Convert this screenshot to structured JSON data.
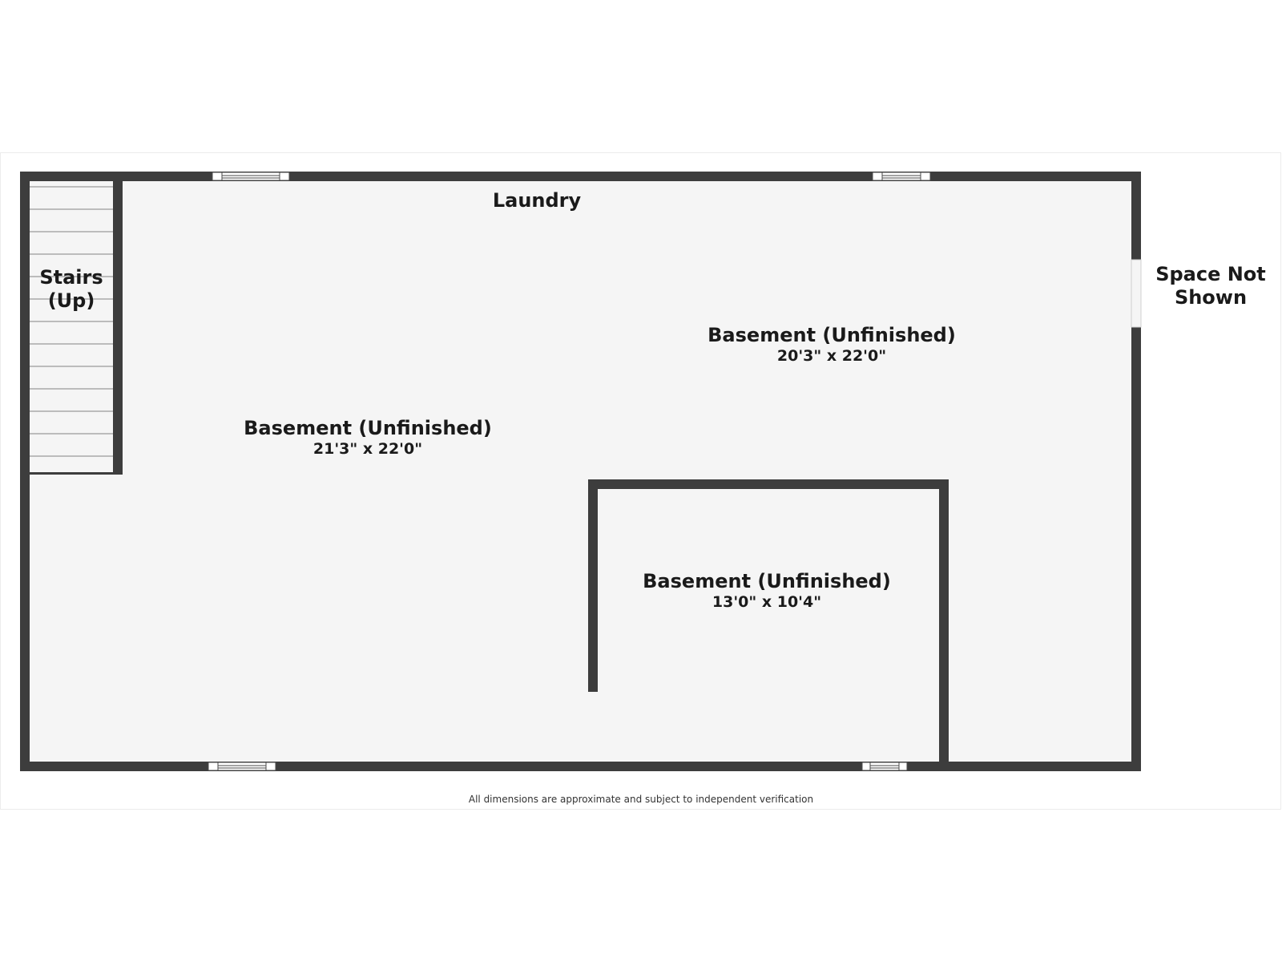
{
  "rooms": {
    "laundry": {
      "name": "Laundry"
    },
    "stairs": {
      "line1": "Stairs",
      "line2": "(Up)"
    },
    "space_not_shown": {
      "line1": "Space Not",
      "line2": "Shown"
    },
    "basement_left": {
      "name": "Basement (Unfinished)",
      "dims": "21'3\" x 22'0\""
    },
    "basement_right": {
      "name": "Basement (Unfinished)",
      "dims": "20'3\" x 22'0\""
    },
    "basement_small": {
      "name": "Basement (Unfinished)",
      "dims": "13'0\" x 10'4\""
    }
  },
  "disclaimer": "All dimensions are approximate and subject to independent verification",
  "colors": {
    "wall": "#3d3d3d",
    "floor": "#f5f5f5",
    "background": "#ffffff"
  }
}
